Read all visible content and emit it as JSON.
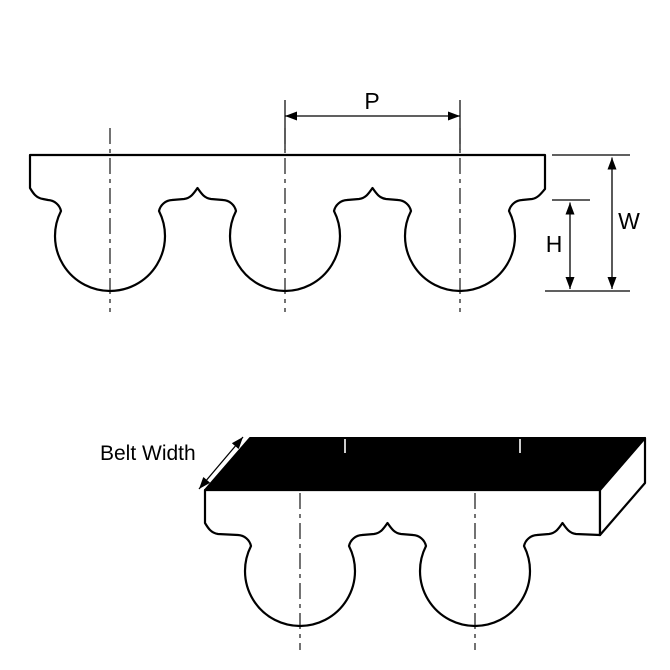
{
  "labels": {
    "pitch": "P",
    "width": "W",
    "height": "H",
    "belt_width": "Belt Width"
  },
  "colors": {
    "line": "#000000",
    "belt_fill": "#ffffff",
    "top_face_fill": "#000000",
    "background": "#ffffff"
  }
}
